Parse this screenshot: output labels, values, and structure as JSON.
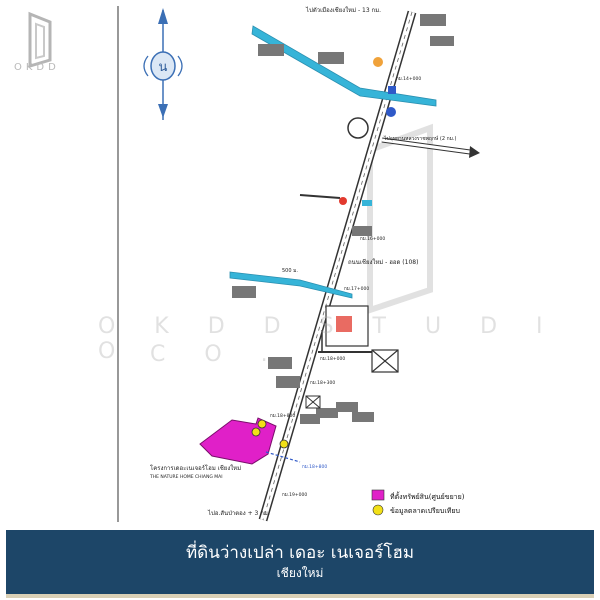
{
  "logo": {
    "text": "OKDD"
  },
  "watermark": {
    "line1": "O K D D   S T U D I O",
    "line2": "C O ."
  },
  "map": {
    "top_label": "ไปตัวเมืองเชียงใหม่ - 13 กม.",
    "bottom_label": "ไปอ.สันป่าตอง + 3 กม.",
    "right_road_label": "ไปอุทยานหลวงราชพฤกษ์ (2 กม.)",
    "main_road_label": "ถนนเชียงใหม่ - ฮอด (108)",
    "canal_label": "500 ม.",
    "km_marks": [
      "กม.14+000",
      "กม.16+000",
      "กม.17+000",
      "กม.18+000",
      "กม.18+300",
      "กม.18+800",
      "กม.19+000",
      "กม.18+800"
    ],
    "project_name": "โครงการเดอะเนเจอร์โฮม เชียงใหม่",
    "project_name_en": "THE NATURE HOME CHIANG MAI",
    "legend": {
      "property_label": "ที่ตั้งทรัพย์สิน(ศูนย์ขยาย)",
      "market_label": "ข้อมูลตลาดเปรียบเทียบ",
      "property_color": "#e020c8",
      "market_color": "#f2e018"
    },
    "colors": {
      "canal": "#36b4d8",
      "road": "#ffffff",
      "marker_orange": "#f0a23a",
      "marker_red": "#e23a2e",
      "marker_blue": "#2f59c8"
    }
  },
  "banner": {
    "title": "ที่ดินว่างเปล่า  เดอะ  เนเจอร์โฮม",
    "subtitle": "เชียงใหม่"
  }
}
